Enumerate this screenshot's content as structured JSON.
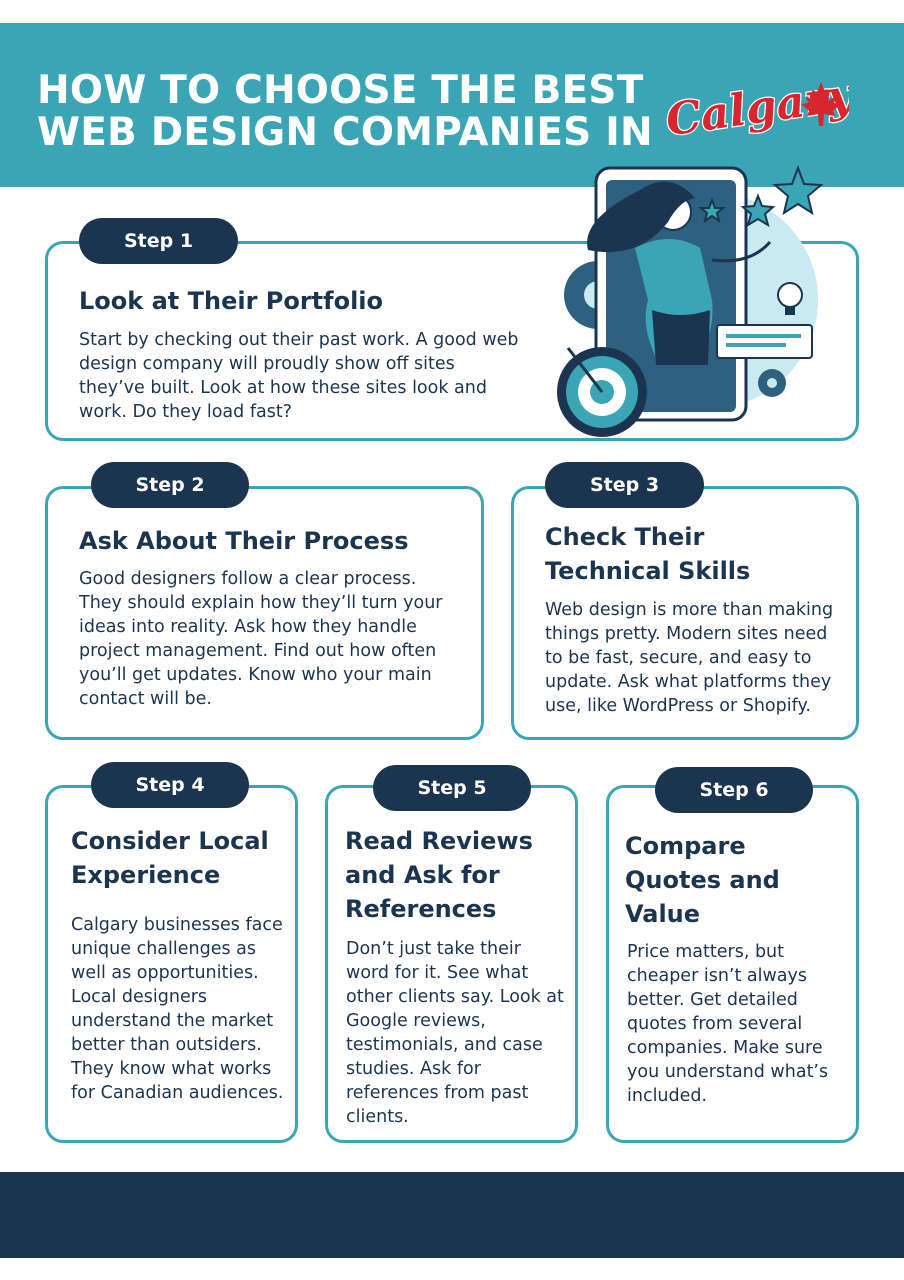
{
  "header": {
    "title_line1": "HOW TO CHOOSE THE BEST",
    "title_line2": "WEB DESIGN COMPANIES IN",
    "brand_text": "Calgary",
    "brand_icon": "maple-leaf-icon"
  },
  "colors": {
    "header_bg": "#3aa5b5",
    "navy": "#1b3550",
    "accent_red": "#d8262e",
    "card_border": "#3aa5b5"
  },
  "steps": [
    {
      "label": "Step 1",
      "title": "Look at Their Portfolio",
      "text": "Start by checking out their past work. A good web design company will proudly show off sites they’ve built. Look at how these sites look and work. Do they load fast?"
    },
    {
      "label": "Step 2",
      "title": "Ask About Their Process",
      "text": "Good designers follow a clear process. They should explain how they’ll turn your ideas into reality. Ask how they handle project management. Find out how often you’ll get updates. Know who your main contact will be."
    },
    {
      "label": "Step 3",
      "title": "Check Their Technical Skills",
      "text": "Web design is more than making things pretty. Modern sites need to be fast, secure, and easy to update. Ask what platforms they use, like WordPress or Shopify."
    },
    {
      "label": "Step 4",
      "title": "Consider Local Experience",
      "text": "Calgary businesses face unique challenges as well as opportunities. Local designers understand the market better than outsiders. They know what works for Canadian audiences."
    },
    {
      "label": "Step 5",
      "title": "Read Reviews and Ask for References",
      "text": "Don’t just take their word for it. See what other clients say. Look at Google reviews, testimonials, and case studies. Ask for references from past clients."
    },
    {
      "label": "Step 6",
      "title": "Compare Quotes and Value",
      "text": "Price matters, but cheaper isn’t always better. Get detailed quotes from several companies. Make sure you understand what’s included."
    }
  ]
}
